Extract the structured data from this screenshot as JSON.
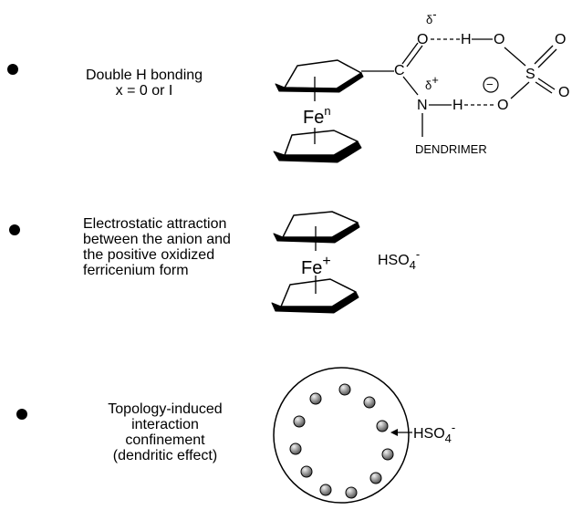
{
  "section1": {
    "line1": "Double H bonding",
    "line2": "x = 0 or I",
    "metal": "Fe",
    "metal_sup": "n",
    "delta_minus": "δ",
    "delta_minus_sup": "-",
    "delta_plus": "δ",
    "delta_plus_sup": "+",
    "atom_O": "O",
    "atom_H": "H",
    "atom_C": "C",
    "atom_N": "N",
    "atom_S": "S",
    "minus_sign": "−",
    "dendrimer": "DENDRIMER"
  },
  "section2": {
    "line1": "Electrostatic attraction",
    "line2": "between the anion and",
    "line3": "the positive oxidized",
    "line4": "ferricenium form",
    "metal": "Fe",
    "metal_sup": "+",
    "anion": "HSO",
    "anion_sub": "4",
    "anion_sup": "-"
  },
  "section3": {
    "line1": "Topology-induced",
    "line2": "interaction",
    "line3": "confinement",
    "line4": "(dendritic effect)",
    "anion": "HSO",
    "anion_sub": "4",
    "anion_sup": "-"
  },
  "colors": {
    "ink": "#000000",
    "sphere_light": "#f2f2f2",
    "sphere_dark": "#555555"
  }
}
